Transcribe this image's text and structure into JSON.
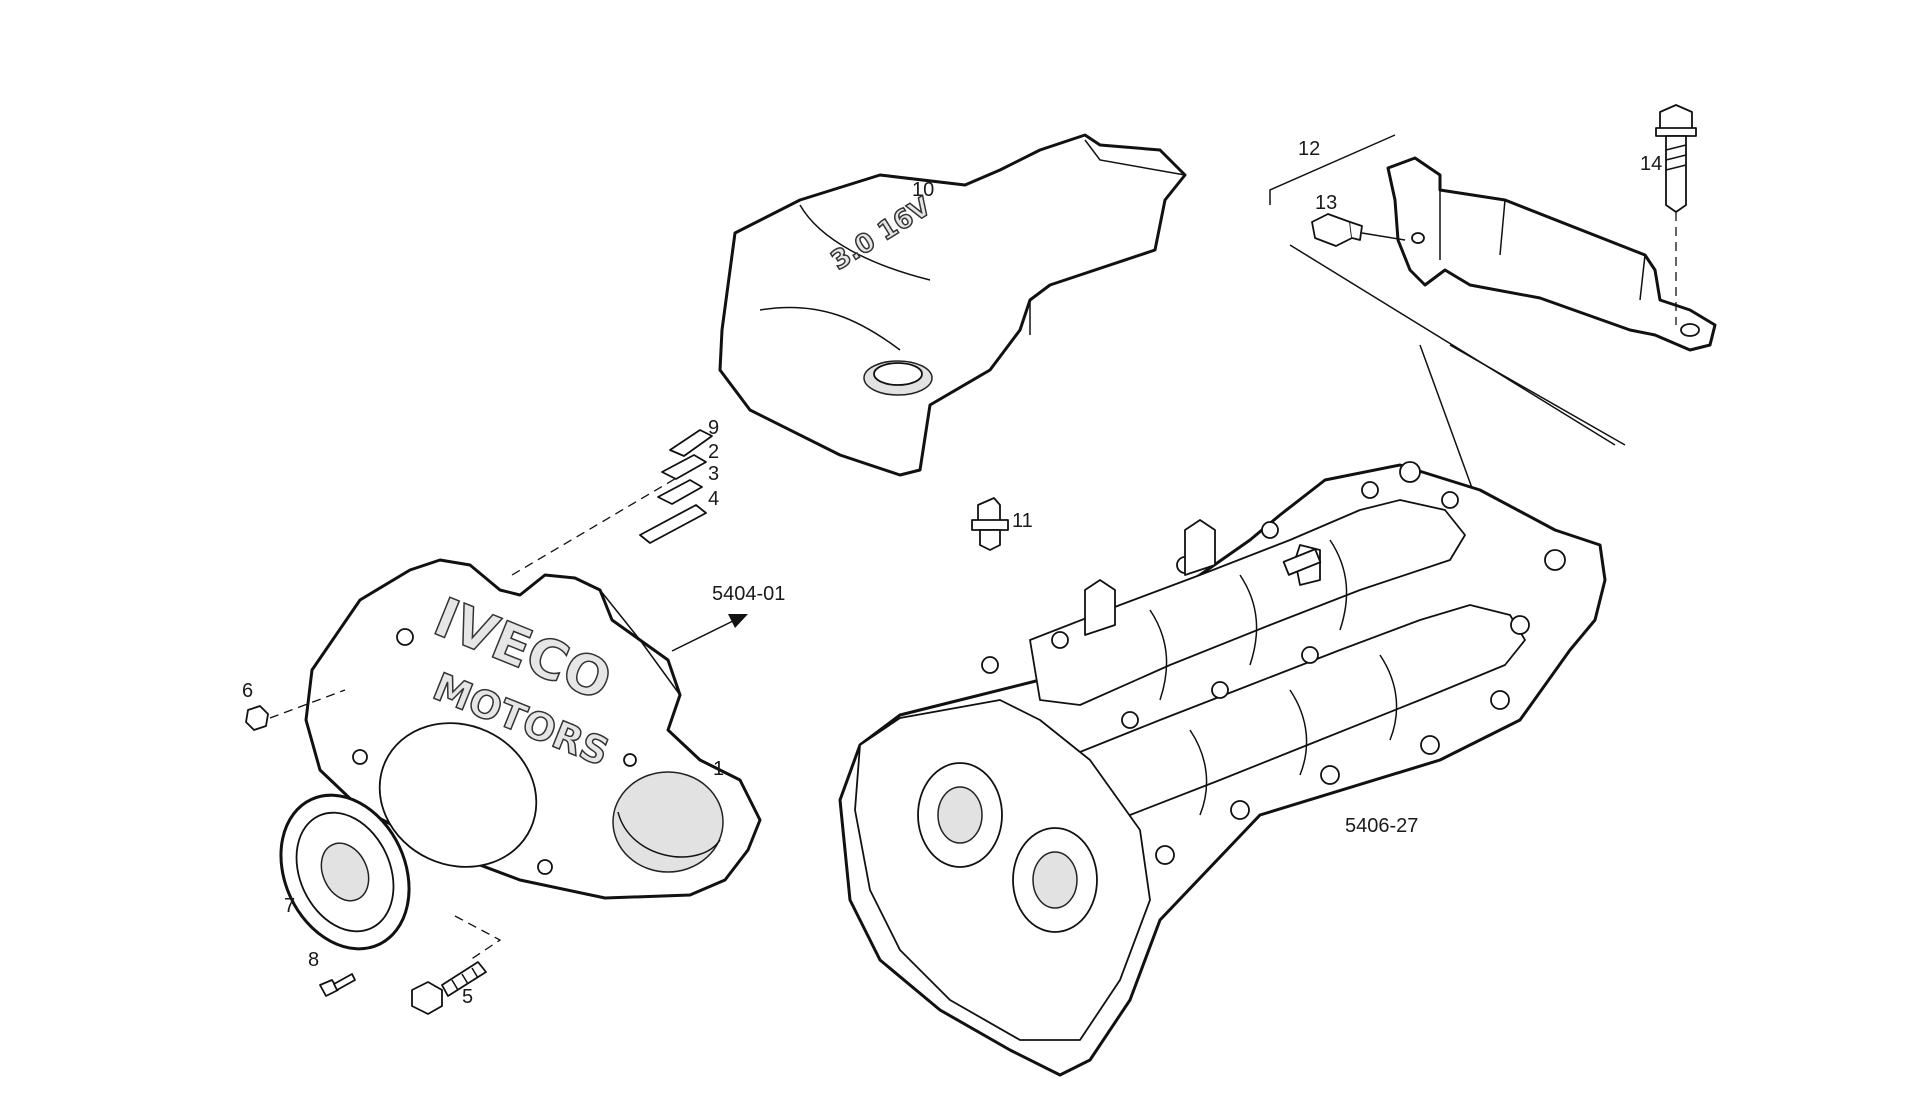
{
  "labels": {
    "l1": "1",
    "l2": "2",
    "l3": "3",
    "l4": "4",
    "l5": "5",
    "l6": "6",
    "l7": "7",
    "l8": "8",
    "l9": "9",
    "l10": "10",
    "l11": "11",
    "l12": "12",
    "l13": "13",
    "l14": "14",
    "ref_timing": "5404-01",
    "ref_head": "5406-27"
  },
  "emboss": {
    "cover_brand_1": "IVECO",
    "cover_brand_2": "MOTORS",
    "engine_badge": "3.0 16V"
  }
}
